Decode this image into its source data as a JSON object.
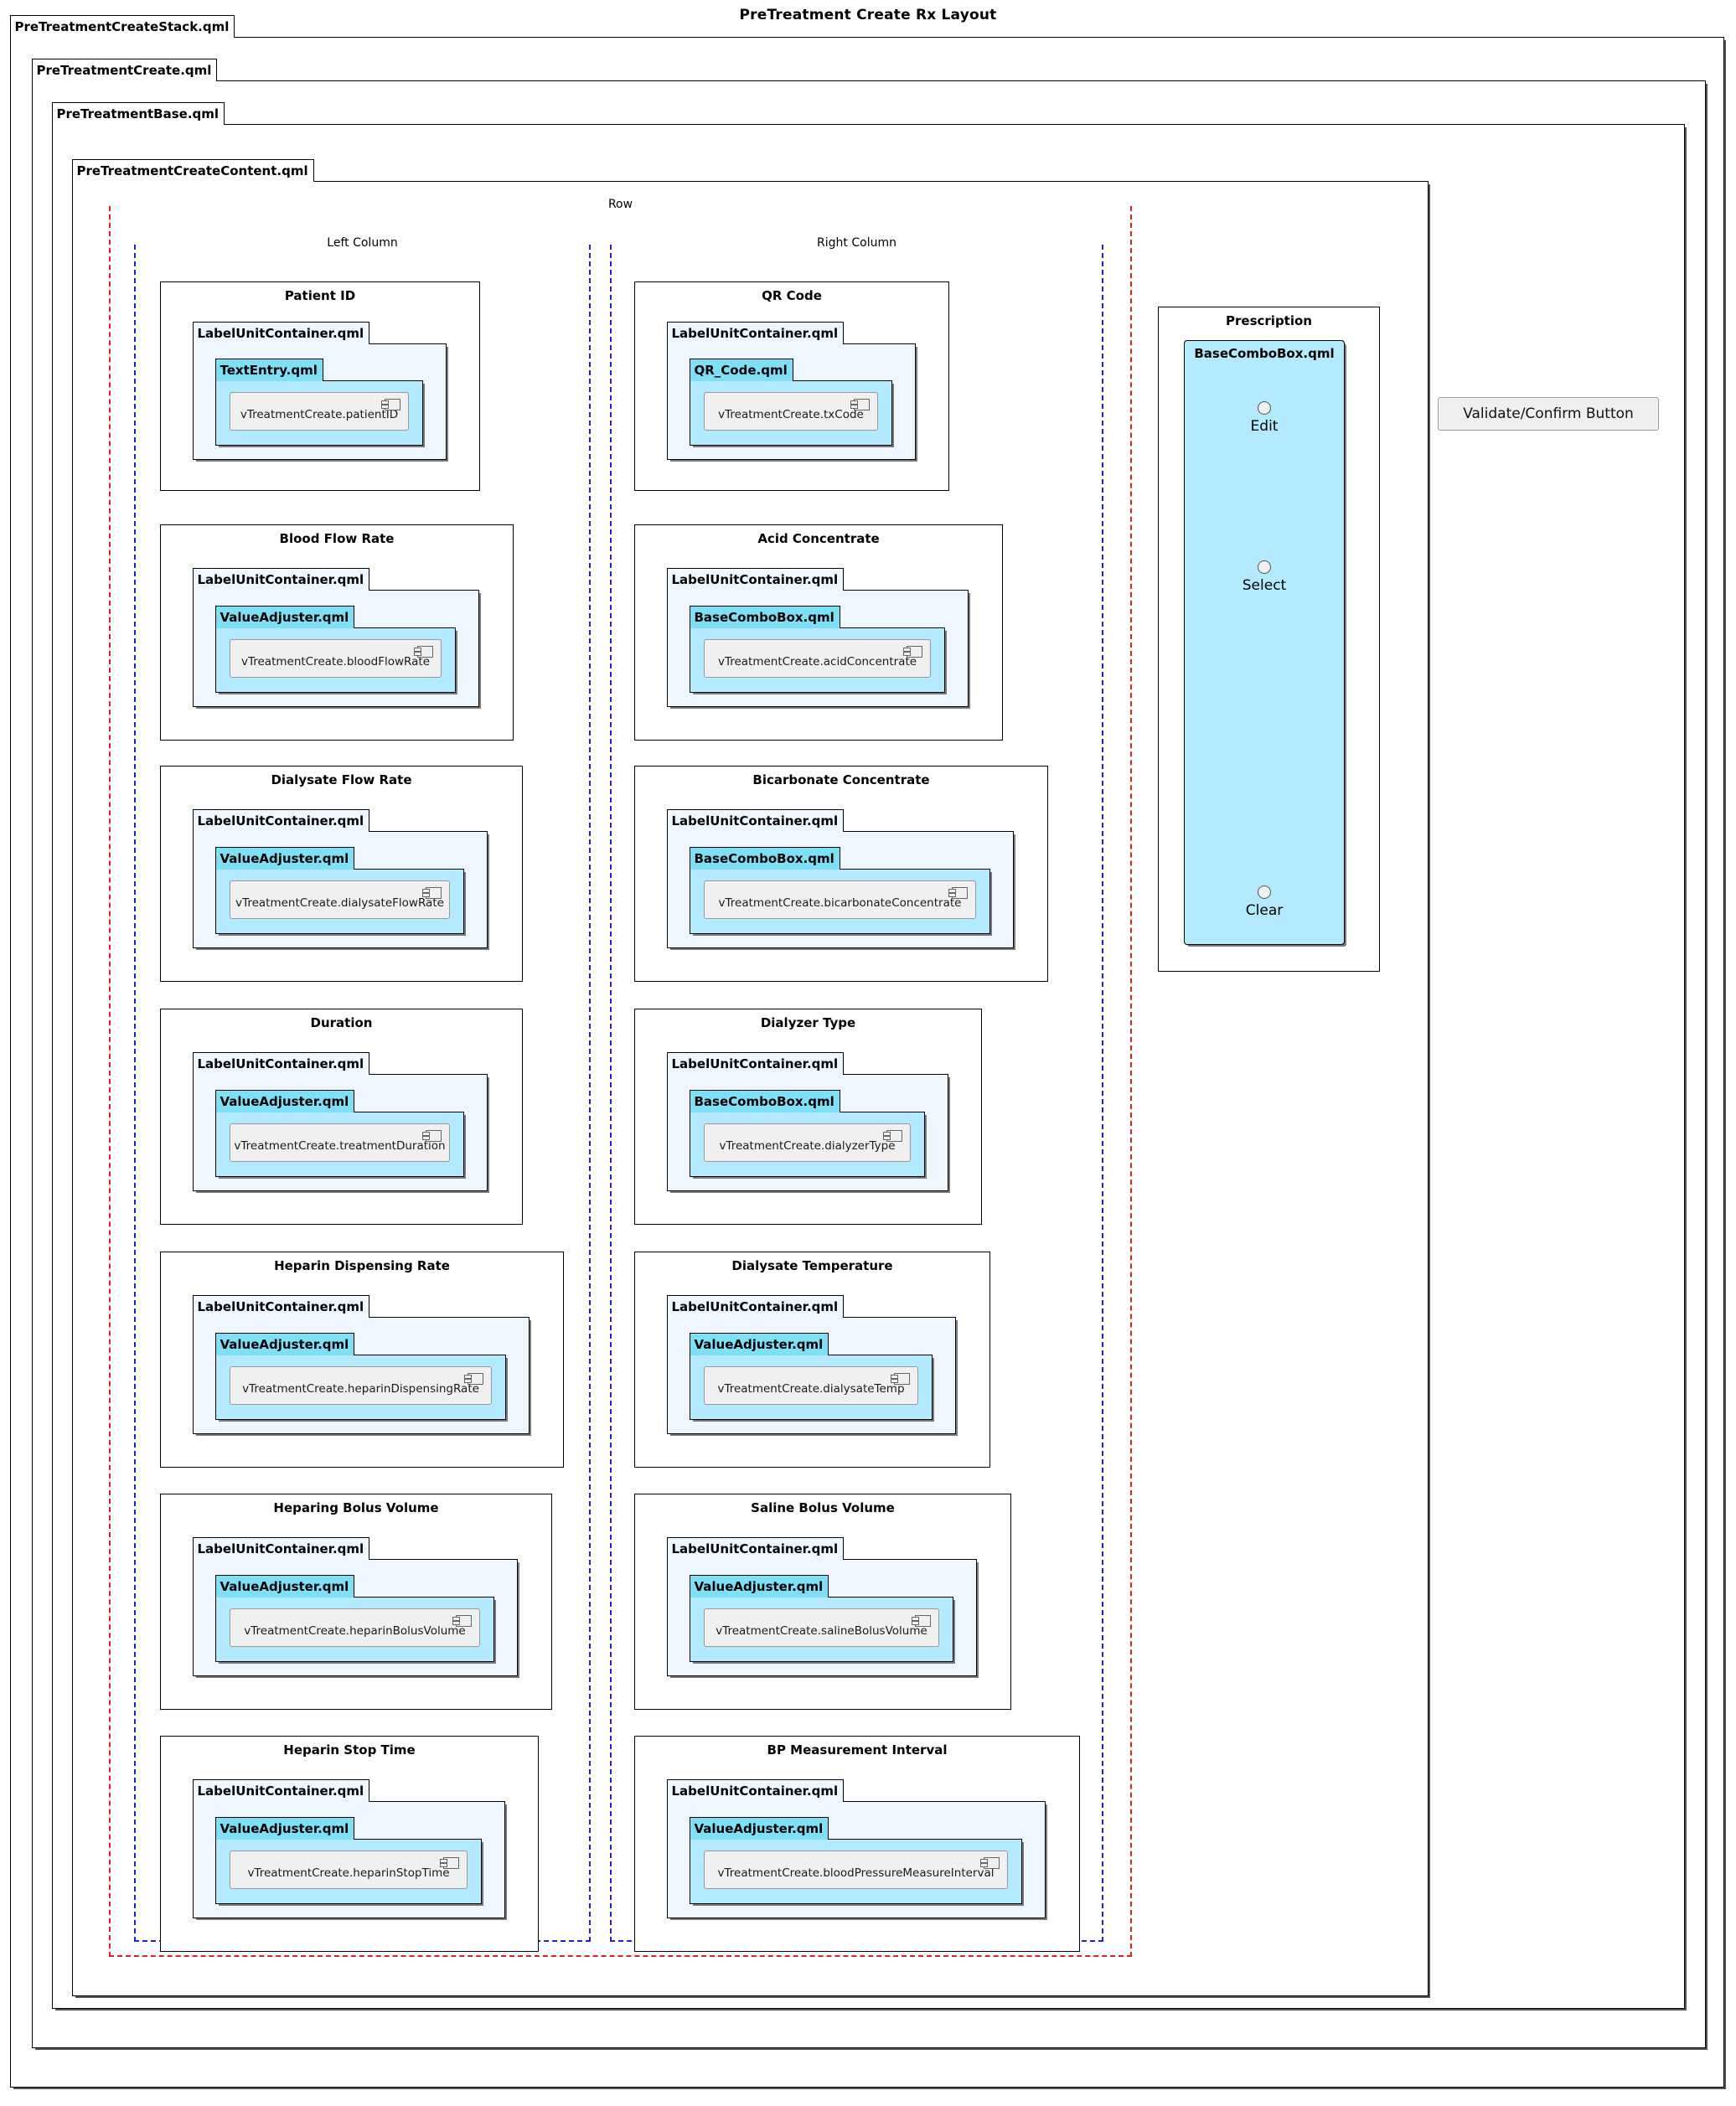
{
  "title": "PreTreatment Create Rx Layout",
  "frames": [
    {
      "name": "PreTreatmentCreateStack.qml"
    },
    {
      "name": "PreTreatmentCreate.qml"
    },
    {
      "name": "PreTreatmentBase.qml"
    },
    {
      "name": "PreTreatmentCreateContent.qml"
    }
  ],
  "groups": {
    "row": "Row",
    "left_column": "Left Column",
    "right_column": "Right Column"
  },
  "container_label": "LabelUnitContainer.qml",
  "left_column_cards": [
    {
      "title": "Patient ID",
      "container": "LabelUnitContainer.qml",
      "inner": "TextEntry.qml",
      "component": "vTreatmentCreate.patientID"
    },
    {
      "title": "Blood Flow Rate",
      "container": "LabelUnitContainer.qml",
      "inner": "ValueAdjuster.qml",
      "component": "vTreatmentCreate.bloodFlowRate"
    },
    {
      "title": "Dialysate Flow Rate",
      "container": "LabelUnitContainer.qml",
      "inner": "ValueAdjuster.qml",
      "component": "vTreatmentCreate.dialysateFlowRate"
    },
    {
      "title": "Duration",
      "container": "LabelUnitContainer.qml",
      "inner": "ValueAdjuster.qml",
      "component": "vTreatmentCreate.treatmentDuration"
    },
    {
      "title": "Heparin Dispensing Rate",
      "container": "LabelUnitContainer.qml",
      "inner": "ValueAdjuster.qml",
      "component": "vTreatmentCreate.heparinDispensingRate"
    },
    {
      "title": "Heparing Bolus Volume",
      "container": "LabelUnitContainer.qml",
      "inner": "ValueAdjuster.qml",
      "component": "vTreatmentCreate.heparinBolusVolume"
    },
    {
      "title": "Heparin Stop Time",
      "container": "LabelUnitContainer.qml",
      "inner": "ValueAdjuster.qml",
      "component": "vTreatmentCreate.heparinStopTime"
    }
  ],
  "right_column_cards": [
    {
      "title": "QR Code",
      "container": "LabelUnitContainer.qml",
      "inner": "QR_Code.qml",
      "component": "vTreatmentCreate.txCode"
    },
    {
      "title": "Acid Concentrate",
      "container": "LabelUnitContainer.qml",
      "inner": "BaseComboBox.qml",
      "component": "vTreatmentCreate.acidConcentrate"
    },
    {
      "title": "Bicarbonate Concentrate",
      "container": "LabelUnitContainer.qml",
      "inner": "BaseComboBox.qml",
      "component": "vTreatmentCreate.bicarbonateConcentrate"
    },
    {
      "title": "Dialyzer Type",
      "container": "LabelUnitContainer.qml",
      "inner": "BaseComboBox.qml",
      "component": "vTreatmentCreate.dialyzerType"
    },
    {
      "title": "Dialysate Temperature",
      "container": "LabelUnitContainer.qml",
      "inner": "ValueAdjuster.qml",
      "component": "vTreatmentCreate.dialysateTemp"
    },
    {
      "title": "Saline Bolus Volume",
      "container": "LabelUnitContainer.qml",
      "inner": "ValueAdjuster.qml",
      "component": "vTreatmentCreate.salineBolusVolume"
    },
    {
      "title": "BP Measurement Interval",
      "container": "LabelUnitContainer.qml",
      "inner": "ValueAdjuster.qml",
      "component": "vTreatmentCreate.bloodPressureMeasureInterval"
    }
  ],
  "prescription": {
    "card_title": "Prescription",
    "combo_title": "BaseComboBox.qml",
    "items": [
      {
        "label": "Edit"
      },
      {
        "label": "Select"
      },
      {
        "label": "Clear"
      }
    ]
  },
  "validate_button": {
    "label": "Validate/Confirm Button"
  },
  "colors": {
    "row_group": "#e02020",
    "column_group": "#2222cc",
    "container_fill": "#eef6ff",
    "inner_fill": "#b3eaff",
    "inner_tab_fill": "#7fe0f5",
    "component_fill": "#f0f0f0",
    "button_fill": "#efefef"
  }
}
